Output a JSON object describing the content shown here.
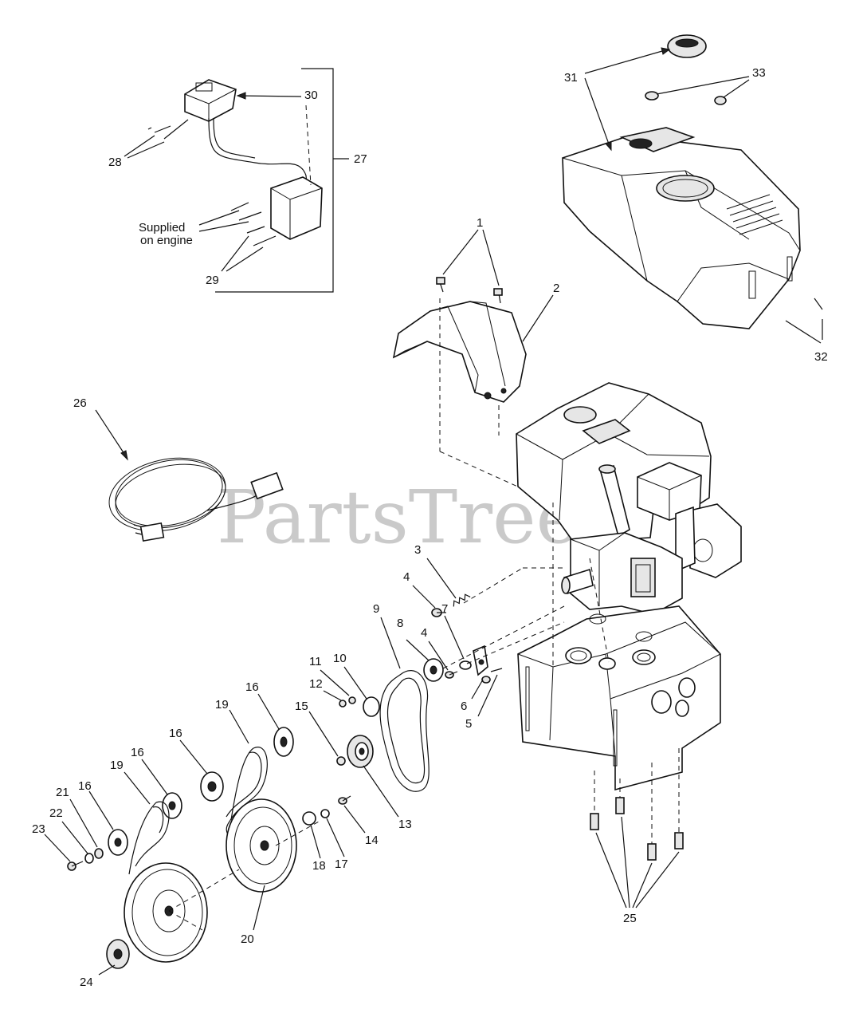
{
  "watermark": "PartsTree",
  "note": {
    "line1": "Supplied",
    "line2": "on engine"
  },
  "callouts": {
    "c1": "1",
    "c2": "2",
    "c3": "3",
    "c4a": "4",
    "c4b": "4",
    "c5": "5",
    "c6": "6",
    "c7": "7",
    "c8": "8",
    "c9": "9",
    "c10": "10",
    "c11": "11",
    "c12": "12",
    "c13": "13",
    "c14": "14",
    "c15": "15",
    "c16a": "16",
    "c16b": "16",
    "c16c": "16",
    "c16d": "16",
    "c17": "17",
    "c18": "18",
    "c19a": "19",
    "c19b": "19",
    "c20": "20",
    "c21": "21",
    "c22": "22",
    "c23": "23",
    "c24": "24",
    "c25": "25",
    "c26": "26",
    "c27": "27",
    "c28": "28",
    "c29": "29",
    "c30": "30",
    "c31": "31",
    "c32": "32",
    "c33": "33"
  }
}
